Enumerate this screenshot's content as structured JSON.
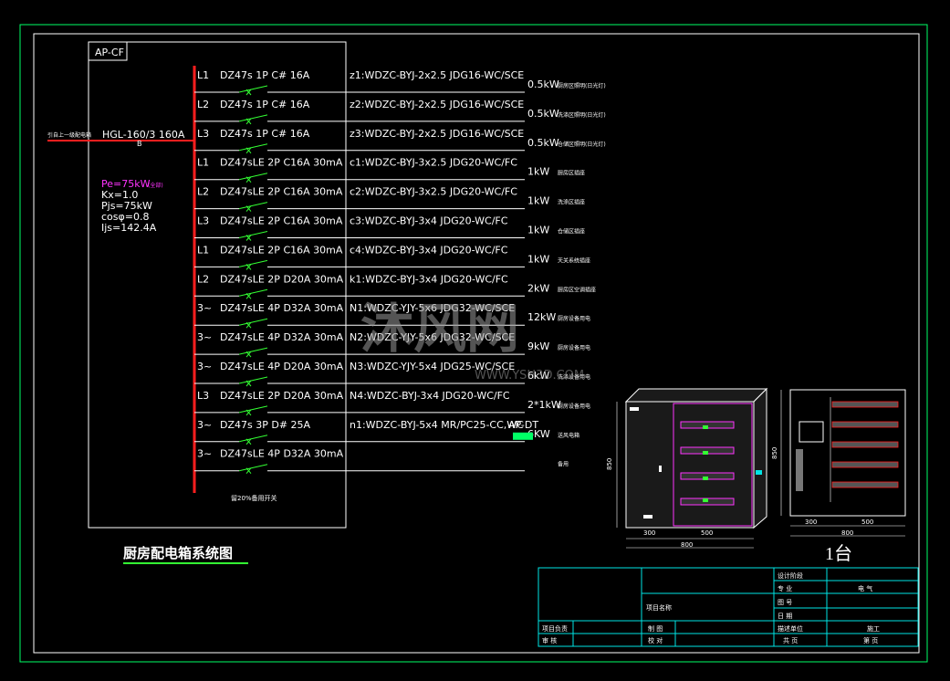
{
  "panel": {
    "label": "AP-CF",
    "incoming_label": "引自上一级配电箱",
    "main_breaker": "HGL-160/3 160A",
    "main_breaker_symbol": "B",
    "load_calc": {
      "pe": "Pe=75kW",
      "pe_note": "(全部)",
      "kx": "Kx=1.0",
      "pjs": "Pjs=75kW",
      "cos": "cosφ=0.8",
      "ijs": "Ijs=142.4A"
    },
    "bus_note": "留20%备用开关",
    "title": "厨房配电箱系统图"
  },
  "circuits": [
    {
      "phase": "L1",
      "breaker": "DZ47s 1P C# 16A",
      "cable": "z1:WDZC-BYJ-2x2.5 JDG16-WC/SCE",
      "power": "0.5kW",
      "desc": "厨房区照明(日光灯)"
    },
    {
      "phase": "L2",
      "breaker": "DZ47s 1P C# 16A",
      "cable": "z2:WDZC-BYJ-2x2.5 JDG16-WC/SCE",
      "power": "0.5kW",
      "desc": "洗涤区照明(日光灯)"
    },
    {
      "phase": "L3",
      "breaker": "DZ47s 1P C# 16A",
      "cable": "z3:WDZC-BYJ-2x2.5 JDG16-WC/SCE",
      "power": "0.5kW",
      "desc": "仓储区照明(日光灯)"
    },
    {
      "phase": "L1",
      "breaker": "DZ47sLE 2P C16A 30mA",
      "cable": "c1:WDZC-BYJ-3x2.5 JDG20-WC/FC",
      "power": "1kW",
      "desc": "厨房区插座"
    },
    {
      "phase": "L2",
      "breaker": "DZ47sLE 2P C16A 30mA",
      "cable": "c2:WDZC-BYJ-3x2.5 JDG20-WC/FC",
      "power": "1kW",
      "desc": "洗涤区插座"
    },
    {
      "phase": "L3",
      "breaker": "DZ47sLE 2P C16A 30mA",
      "cable": "c3:WDZC-BYJ-3x4 JDG20-WC/FC",
      "power": "1kW",
      "desc": "仓储区插座"
    },
    {
      "phase": "L1",
      "breaker": "DZ47sLE 2P C16A 30mA",
      "cable": "c4:WDZC-BYJ-3x4 JDG20-WC/FC",
      "power": "1kW",
      "desc": "天关系统插座"
    },
    {
      "phase": "L2",
      "breaker": "DZ47sLE 2P D20A 30mA",
      "cable": "k1:WDZC-BYJ-3x4 JDG20-WC/FC",
      "power": "2kW",
      "desc": "厨房区空调插座"
    },
    {
      "phase": "3~",
      "breaker": "DZ47sLE 4P D32A 30mA",
      "cable": "N1:WDZC-YJY-5x6 JDG32-WC/SCE",
      "power": "12kW",
      "desc": "厨房设备用电"
    },
    {
      "phase": "3~",
      "breaker": "DZ47sLE 4P D32A 30mA",
      "cable": "N2:WDZC-YJY-5x6 JDG32-WC/SCE",
      "power": "9kW",
      "desc": "厨房设备用电"
    },
    {
      "phase": "3~",
      "breaker": "DZ47sLE 4P D20A 30mA",
      "cable": "N3:WDZC-YJY-5x4 JDG25-WC/SCE",
      "power": "6kW",
      "desc": "洗涤设备用电"
    },
    {
      "phase": "L3",
      "breaker": "DZ47sLE 2P D20A 30mA",
      "cable": "N4:WDZC-BYJ-3x4 JDG20-WC/FC",
      "power": "2*1kW",
      "desc": "厨房设备用电"
    },
    {
      "phase": "3~",
      "breaker": "DZ47s 3P D# 25A",
      "cable": "n1:WDZC-BYJ-5x4 MR/PC25-CC,WC",
      "power": "6KW",
      "desc": "送风电箱",
      "target": "AP-DT"
    },
    {
      "phase": "3~",
      "breaker": "DZ47sLE 4P D32A 30mA",
      "cable": "",
      "power": "",
      "desc": "备用"
    }
  ],
  "cabinet": {
    "front_height": "850",
    "front_width_a": "300",
    "front_width_b": "500",
    "front_width_total": "800",
    "inner_height": "850",
    "inner_width_a": "300",
    "inner_width_b": "500",
    "inner_width_total": "800",
    "count": "1台"
  },
  "title_block": {
    "design_stage": "设计阶段",
    "specialty": "专 业",
    "specialty_value": "电 气",
    "drawing_no": "图 号",
    "date": "日 期",
    "project_name": "项目名称",
    "project_lead": "项目负责",
    "drawing": "制 图",
    "review": "审 核",
    "check": "校 对",
    "design_unit": "描述单位",
    "design_unit_value": "施工",
    "total": "共 页",
    "page": "第 页"
  },
  "watermark": {
    "brand": "沐风网",
    "site": "WWW.YSH3D.COM"
  },
  "colors": {
    "bus": "#ff1e1e",
    "frame_outer": "#00ff66",
    "frame_inner": "#ffffff",
    "magenta": "#ff33ff",
    "cyan": "#00e5e5",
    "green": "#33ff33"
  }
}
